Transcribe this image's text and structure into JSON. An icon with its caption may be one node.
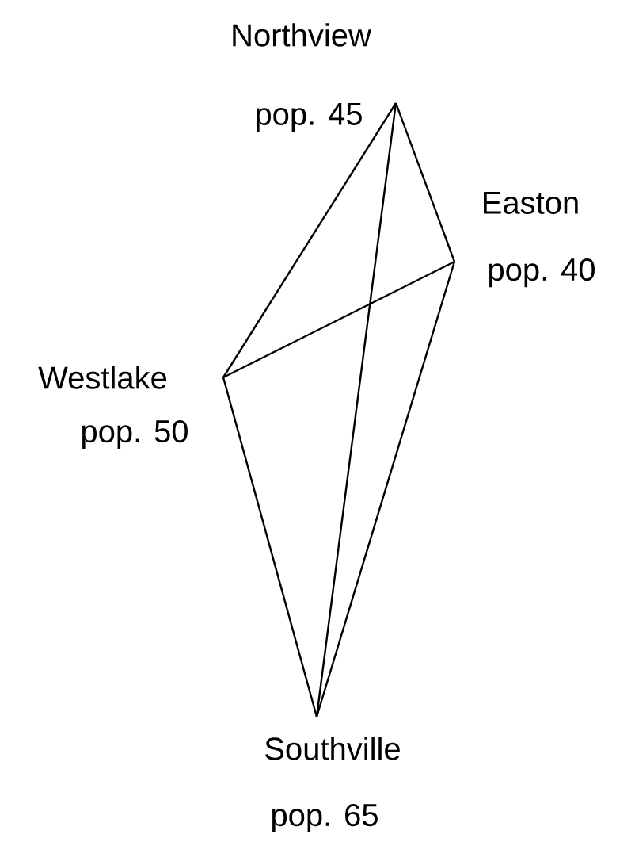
{
  "diagram": {
    "nodes": [
      {
        "text": [
          "Northview",
          "pop. 45"
        ]
      },
      {
        "text": [
          "Easton",
          "pop. 40"
        ]
      },
      {
        "text": [
          "Westlake",
          "pop. 50"
        ]
      },
      {
        "text": [
          "Southville",
          "pop. 65"
        ]
      }
    ],
    "edges": [
      {
        "from": 0,
        "to": 2,
        "arrow": "none"
      },
      {
        "from": 0,
        "to": 3,
        "arrow": "none"
      },
      {
        "from": 0,
        "to": 1,
        "arrow": "none"
      },
      {
        "from": 1,
        "to": 2,
        "arrow": "none"
      },
      {
        "from": 1,
        "to": 3,
        "arrow": "none"
      },
      {
        "from": 2,
        "to": 3,
        "arrow": "none"
      }
    ]
  }
}
